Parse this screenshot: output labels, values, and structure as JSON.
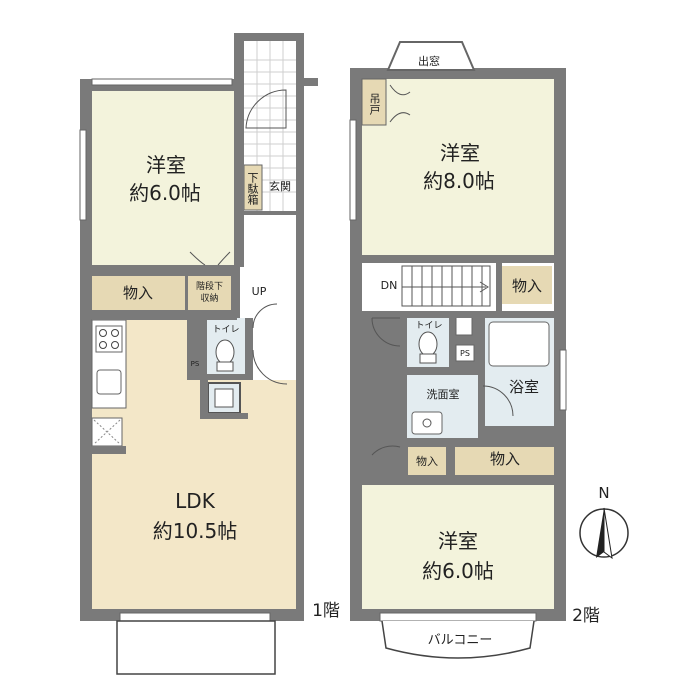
{
  "floor1": {
    "floor_label": "1階",
    "bedroom": {
      "name": "洋室",
      "size": "約6.0帖"
    },
    "closet": "物入",
    "under_stairs": {
      "line1": "階段下",
      "line2": "収納"
    },
    "up": "UP",
    "shoe_box": "下駄箱",
    "entrance": "玄関",
    "toilet": "トイレ",
    "ps": "PS",
    "ldk": {
      "name": "LDK",
      "size": "約10.5帖"
    }
  },
  "floor2": {
    "floor_label": "2階",
    "bay_window": "出窓",
    "hanging_door": "吊戸",
    "bedroom_main": {
      "name": "洋室",
      "size": "約8.0帖"
    },
    "dn": "DN",
    "closet_stair": "物入",
    "toilet": "トイレ",
    "ps": "PS",
    "bathroom": "浴室",
    "washroom": "洗面室",
    "closet_small": "物入",
    "closet_large": "物入",
    "bedroom_south": {
      "name": "洋室",
      "size": "約6.0帖"
    },
    "balcony": "バルコニー"
  },
  "compass": {
    "north": "N"
  },
  "colors": {
    "wall": "#7a7a7a",
    "room_fill": "#f3f3dc",
    "ldk_fill": "#f3e7c8",
    "closet_fill": "#e6d9b4",
    "wet_fill": "#e3ecf0"
  }
}
